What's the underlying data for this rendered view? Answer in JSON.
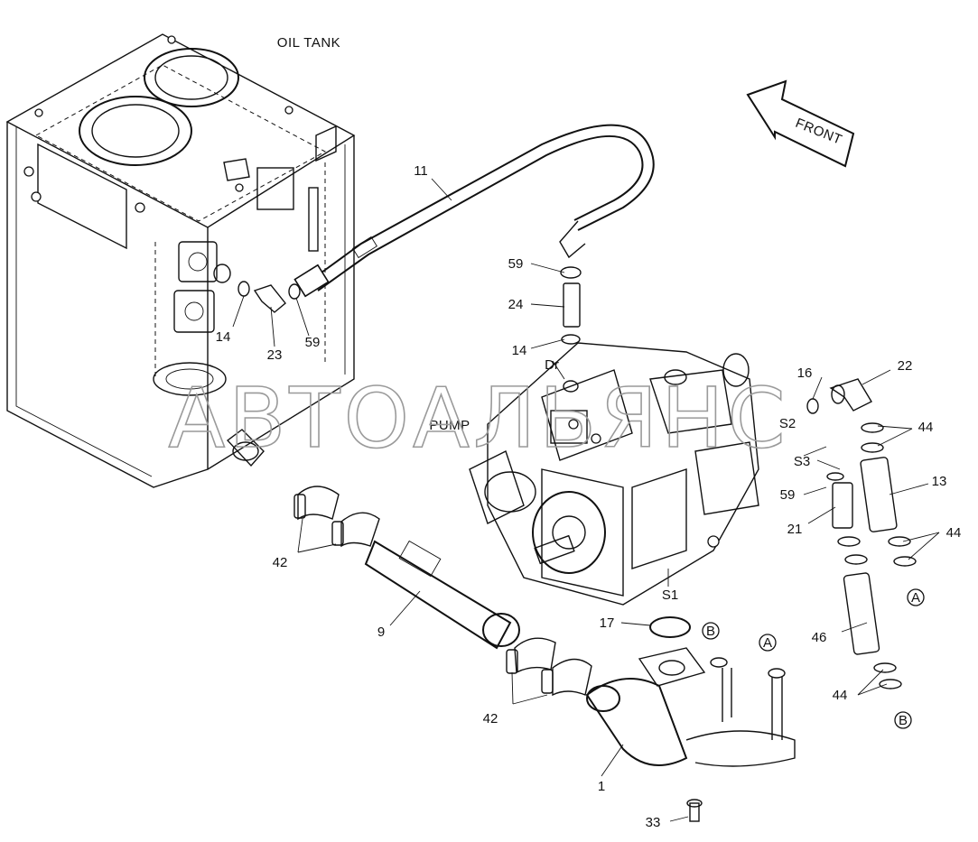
{
  "titles": {
    "oil_tank": "OIL TANK",
    "pump": "PUMP",
    "front": "FRONT"
  },
  "ports": {
    "dr": "Dr",
    "s1": "S1",
    "s2": "S2",
    "s3": "S3"
  },
  "parts": {
    "p1": "1",
    "p9": "9",
    "p11": "11",
    "p13": "13",
    "p14a": "14",
    "p14b": "14",
    "p16": "16",
    "p17": "17",
    "p21": "21",
    "p22": "22",
    "p23": "23",
    "p24": "24",
    "p33": "33",
    "p42a": "42",
    "p42b": "42",
    "p44a": "44",
    "p44b": "44",
    "p44c": "44",
    "p46": "46",
    "p59a": "59",
    "p59b": "59",
    "p59c": "59"
  },
  "connectors": {
    "a1": "A",
    "a2": "A",
    "b1": "B",
    "b2": "B"
  },
  "watermark": "АВТОАЛЬЯНС"
}
